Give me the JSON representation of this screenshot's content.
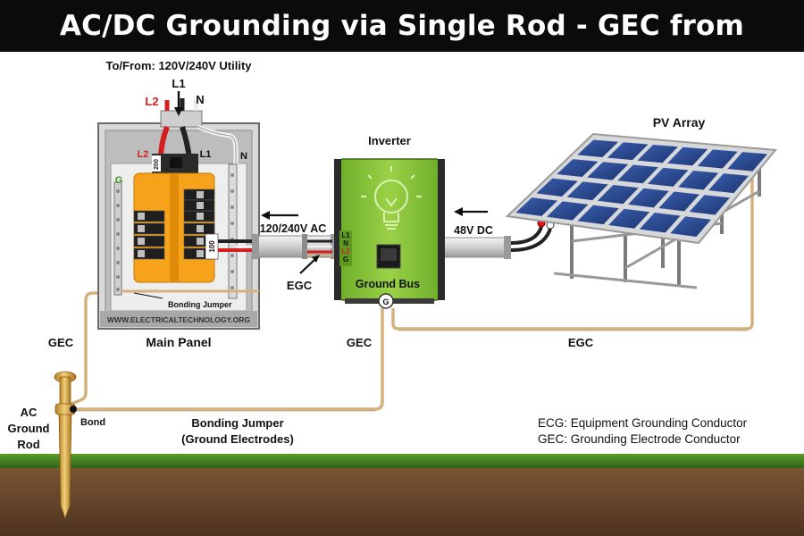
{
  "title": "AC/DC Grounding via Single Rod - GEC from Inverter",
  "utility_label": "To/From: 120V/240V Utility",
  "colors": {
    "title_bg": "#0b0b0b",
    "inverter_green": "#8cc63f",
    "panel_gray": "#bdbdbd",
    "breaker_orange": "#f7a21b",
    "ground_wire": "#d4b27f",
    "grass": "#3f7d20",
    "soil": "#6b4a2f",
    "rod": "#d9a441",
    "solar_blue": "#2b4a8f"
  },
  "main_panel": {
    "label": "Main Panel",
    "l1": "L1",
    "l2": "L2",
    "n": "N",
    "g": "G",
    "breaker_main": "200",
    "breaker_feed": "100",
    "bonding_jumper": "Bonding Jumper",
    "watermark": "WWW.ELECTRICALTECHNOLOGY.ORG",
    "top_l1": "L1",
    "top_l2": "L2",
    "top_n": "N"
  },
  "inverter": {
    "label": "Inverter",
    "ground_bus": "Ground Bus",
    "g_terminal": "G",
    "terminals": [
      "L1",
      "N",
      "L2",
      "G"
    ]
  },
  "pv_array": {
    "label": "PV Array"
  },
  "wires": {
    "ac": "120/240V AC",
    "dc": "48V DC",
    "egc_ac": "EGC",
    "gec_panel": "GEC",
    "gec_inverter": "GEC",
    "egc_pv": "EGC",
    "bonding_jumper_line1": "Bonding Jumper",
    "bonding_jumper_line2": "(Ground Electrodes)"
  },
  "ground_rod": {
    "line1": "AC",
    "line2": "Ground",
    "line3": "Rod",
    "bond": "Bond"
  },
  "legend": {
    "line1": "ECG: Equipment Grounding Conductor",
    "line2": "GEC: Grounding Electrode Conductor"
  }
}
